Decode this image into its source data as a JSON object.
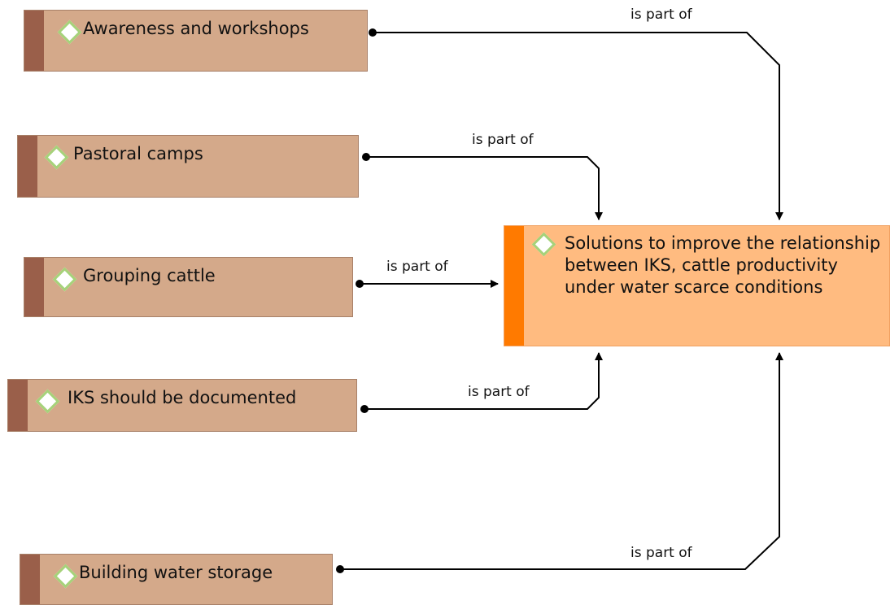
{
  "nodes": {
    "awareness": "Awareness and workshops",
    "pastoral": "Pastoral camps",
    "grouping": "Grouping cattle",
    "documented": "IKS should be documented",
    "storage": "Building water storage",
    "solutions": "Solutions to improve the relationship between IKS, cattle productivity under water scarce conditions"
  },
  "edges": {
    "awareness": "is part of",
    "pastoral": "is part of",
    "grouping": "is part of",
    "documented": "is part of",
    "storage": "is part of"
  },
  "colors": {
    "source_fill": "#d4a98a",
    "source_bar": "#9a5f4a",
    "target_fill": "#ffbb80",
    "target_bar": "#ff7a00",
    "diamond": "#a6d27a"
  },
  "icons": {
    "node": "diamond-icon"
  }
}
